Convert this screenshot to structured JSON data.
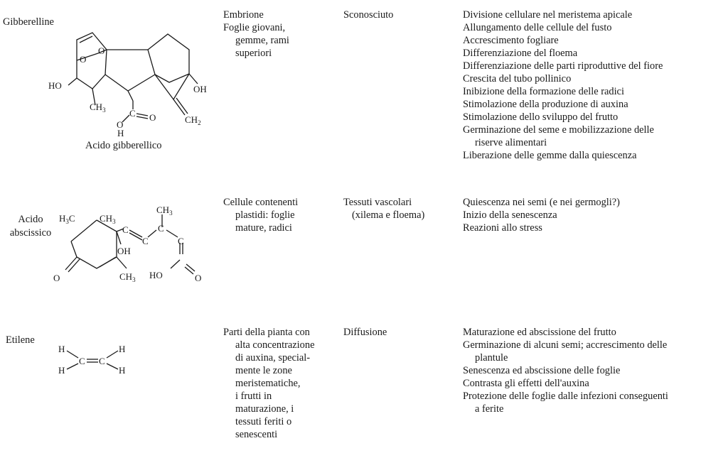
{
  "rows": [
    {
      "name": "Gibberelline",
      "structure_label": "Acido gibberellico",
      "structure_atoms": {
        "o_ring": "O",
        "o_bridge": "O",
        "ho": "HO",
        "ch3": "CH",
        "ch3_sub": "3",
        "c": "C",
        "o_dbl": "O",
        "o_h": "O",
        "h": "H",
        "oh": "OH",
        "ch2": "CH",
        "ch2_sub": "2"
      },
      "sites": [
        "Embrione",
        "Foglie giovani,",
        "gemme, rami",
        "superiori"
      ],
      "transport": [
        "Sconosciuto"
      ],
      "effects": [
        [
          "Divisione cellulare nel meristema apicale"
        ],
        [
          "Allungamento delle cellule del fusto"
        ],
        [
          "Accrescimento fogliare"
        ],
        [
          "Differenziazione del floema"
        ],
        [
          "Differenziazione delle parti riproduttive del fiore"
        ],
        [
          "Crescita del tubo pollinico"
        ],
        [
          "Inibizione della formazione delle radici"
        ],
        [
          "Stimolazione della produzione di auxina"
        ],
        [
          "Stimolazione dello sviluppo del frutto"
        ],
        [
          "Germinazione del seme e mobilizzazione delle",
          "riserve alimentari"
        ],
        [
          "Liberazione delle gemme dalla quiescenza"
        ]
      ]
    },
    {
      "name": [
        "Acido",
        "abscissico"
      ],
      "structure_atoms": {
        "h3c": "H",
        "h3c_sub": "3",
        "h3c_c": "C",
        "ch3a": "CH",
        "ch3a_sub": "3",
        "ch3b": "CH",
        "ch3b_sub": "3",
        "c1": "C",
        "c2": "C",
        "c3": "C",
        "c4": "C",
        "oh": "OH",
        "o_keto": "O",
        "ch3c": "CH",
        "ch3c_sub": "3",
        "ho": "HO",
        "o_acid": "O"
      },
      "sites": [
        "Cellule contenenti",
        "plastidi: foglie",
        "mature, radici"
      ],
      "transport": [
        "Tessuti vascolari",
        "(xilema e floema)"
      ],
      "effects": [
        [
          "Quiescenza nei semi (e nei germogli?)"
        ],
        [
          "Inizio della senescenza"
        ],
        [
          "Reazioni allo stress"
        ]
      ]
    },
    {
      "name": "Etilene",
      "structure_atoms": {
        "h": "H",
        "c": "C"
      },
      "sites": [
        "Parti della pianta con",
        "alta concentrazione",
        "di auxina, special-",
        "mente le zone",
        "meristematiche,",
        "i frutti in",
        "maturazione, i",
        "tessuti feriti o",
        "senescenti"
      ],
      "transport": [
        "Diffusione"
      ],
      "effects": [
        [
          "Maturazione ed abscissione del frutto"
        ],
        [
          "Germinazione di alcuni semi; accrescimento delle",
          "plantule"
        ],
        [
          "Senescenza ed abscissione delle foglie"
        ],
        [
          "Contrasta gli effetti dell'auxina"
        ],
        [
          "Protezione delle foglie dalle infezioni conseguenti",
          "a ferite"
        ]
      ]
    }
  ]
}
